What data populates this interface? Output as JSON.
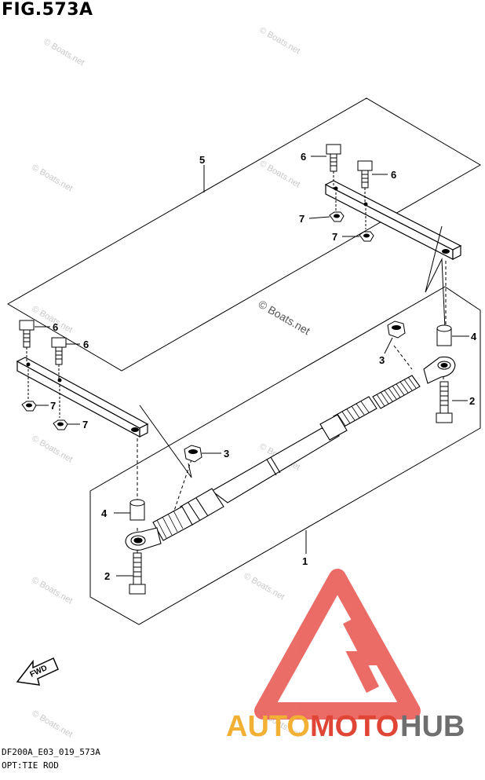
{
  "figure": {
    "title": "FIG.573A",
    "diagram_code": "DF200A_E03_019_573A",
    "diagram_name": "OPT:TIE ROD"
  },
  "callouts": {
    "tie_rod": "1",
    "bolt": "2",
    "nut": "3",
    "spacer": "4",
    "bracket_set": "5",
    "bracket_bolt": "6",
    "bracket_nut": "7"
  },
  "direction_arrow": "FWD",
  "watermark": {
    "text": "© Boats.net",
    "color": "#c8c8c8"
  },
  "brand": {
    "prefix": "AUTO",
    "middle": "MOTO",
    "suffix": "HUB",
    "colors": {
      "logo_red": "#e8534d",
      "auto_yellow": "#f2b035",
      "moto_red": "#e04535",
      "hub_gray": "#6f6f6f"
    }
  }
}
